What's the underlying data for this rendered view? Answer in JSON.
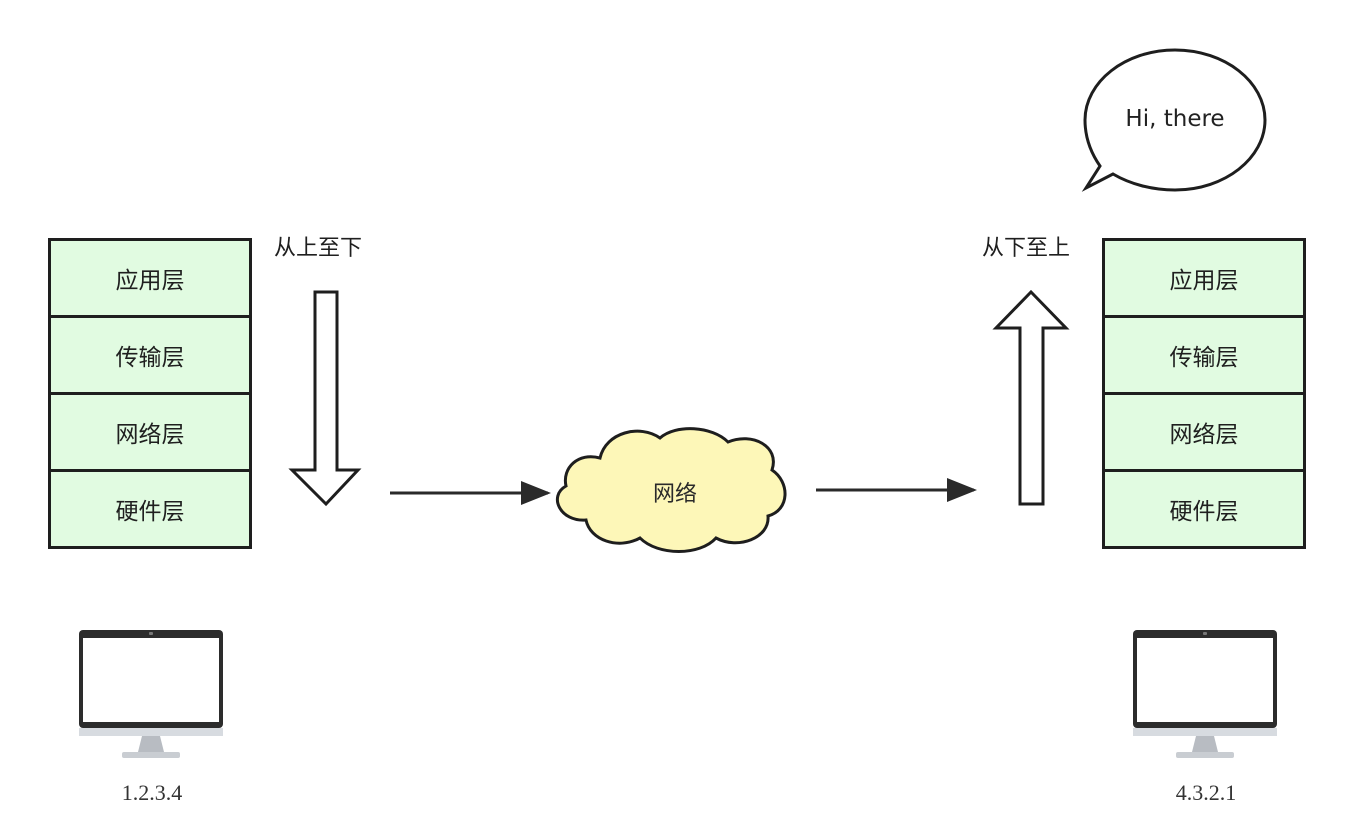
{
  "left_host": {
    "layers": [
      "应用层",
      "传输层",
      "网络层",
      "硬件层"
    ],
    "direction_label": "从上至下",
    "ip": "1.2.3.4"
  },
  "right_host": {
    "layers": [
      "应用层",
      "传输层",
      "网络层",
      "硬件层"
    ],
    "direction_label": "从下至上",
    "ip": "4.3.2.1"
  },
  "network": {
    "label": "网络"
  },
  "speech_bubble": {
    "text": "Hi, there"
  },
  "colors": {
    "layer_fill": "#e1fbe1",
    "cloud_fill": "#fdf7b8",
    "outline": "#1e1e1e"
  }
}
